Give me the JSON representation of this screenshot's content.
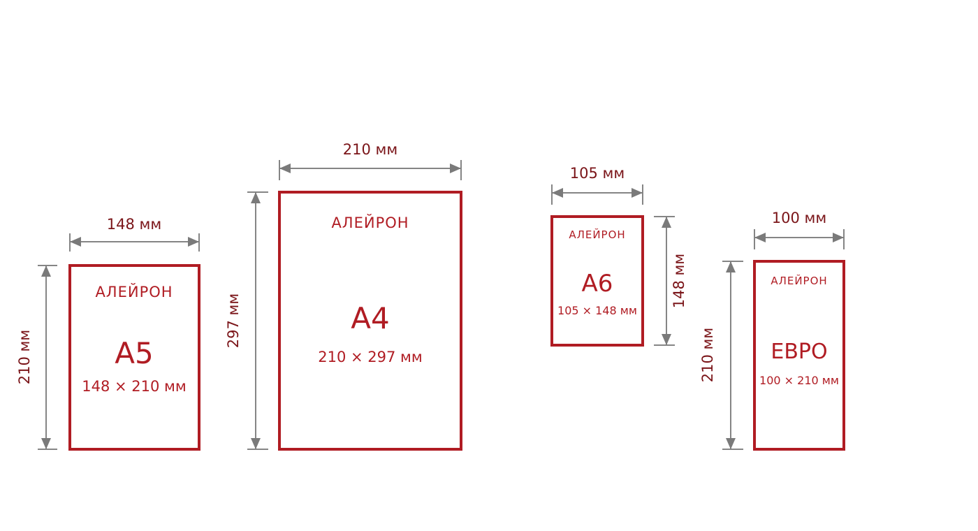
{
  "colors": {
    "sheet_border": "#b01c23",
    "text_primary": "#b01c23",
    "dimension_label": "#7a1418",
    "dimension_line": "#858585"
  },
  "sheets": [
    {
      "id": "a5",
      "brand": "АЛЕЙРОН",
      "format": "А5",
      "size": "148 × 210 мм",
      "width_label": "148 мм",
      "height_label": "210 мм",
      "width_mm": 148,
      "height_mm": 210
    },
    {
      "id": "a4",
      "brand": "АЛЕЙРОН",
      "format": "А4",
      "size": "210 × 297 мм",
      "width_label": "210 мм",
      "height_label": "297 мм",
      "width_mm": 210,
      "height_mm": 297
    },
    {
      "id": "a6",
      "brand": "АЛЕЙРОН",
      "format": "А6",
      "size": "105 × 148 мм",
      "width_label": "105 мм",
      "height_label": "148 мм",
      "width_mm": 105,
      "height_mm": 148
    },
    {
      "id": "euro",
      "brand": "АЛЕЙРОН",
      "format": "ЕВРО",
      "size": "100 × 210 мм",
      "width_label": "100 мм",
      "height_label": "210 мм",
      "width_mm": 100,
      "height_mm": 210
    }
  ]
}
